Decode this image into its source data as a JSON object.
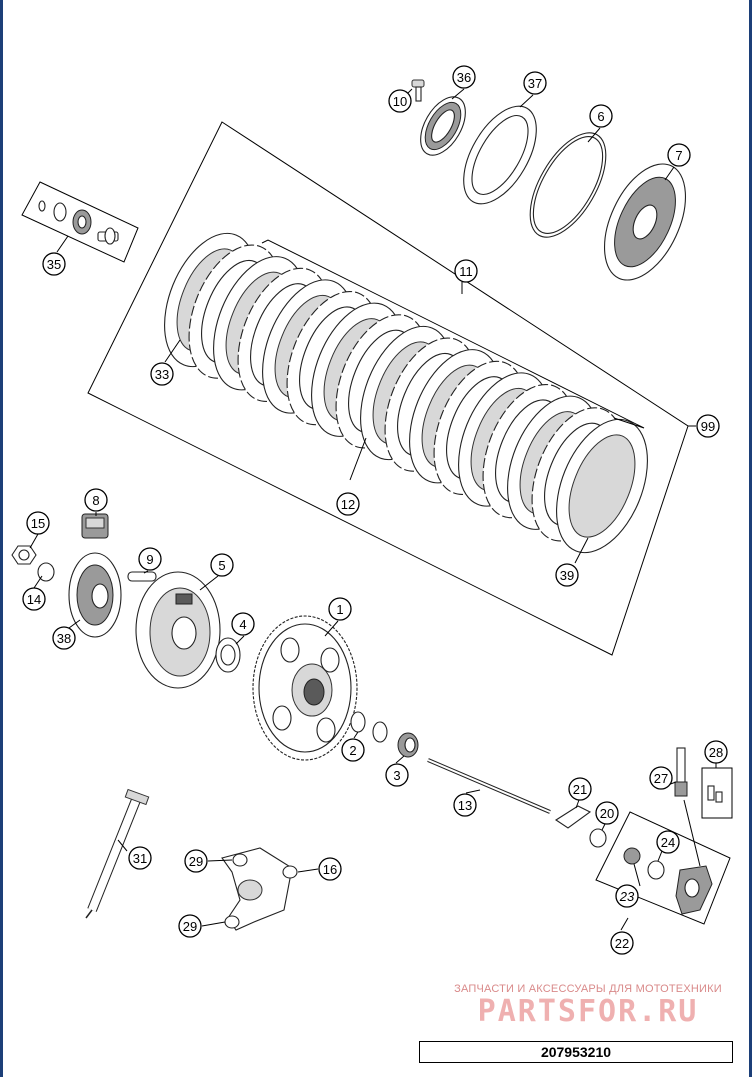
{
  "callouts": [
    {
      "id": "c10",
      "label": "10"
    },
    {
      "id": "c36",
      "label": "36"
    },
    {
      "id": "c37",
      "label": "37"
    },
    {
      "id": "c6",
      "label": "6"
    },
    {
      "id": "c7",
      "label": "7"
    },
    {
      "id": "c35",
      "label": "35"
    },
    {
      "id": "c11",
      "label": "11"
    },
    {
      "id": "c33",
      "label": "33"
    },
    {
      "id": "c99",
      "label": "99"
    },
    {
      "id": "c12",
      "label": "12"
    },
    {
      "id": "c39",
      "label": "39"
    },
    {
      "id": "c8",
      "label": "8"
    },
    {
      "id": "c15",
      "label": "15"
    },
    {
      "id": "c9",
      "label": "9"
    },
    {
      "id": "c5",
      "label": "5"
    },
    {
      "id": "c14",
      "label": "14"
    },
    {
      "id": "c38",
      "label": "38"
    },
    {
      "id": "c1",
      "label": "1"
    },
    {
      "id": "c4",
      "label": "4"
    },
    {
      "id": "c2",
      "label": "2"
    },
    {
      "id": "c3",
      "label": "3"
    },
    {
      "id": "c28",
      "label": "28"
    },
    {
      "id": "c27",
      "label": "27"
    },
    {
      "id": "c21",
      "label": "21"
    },
    {
      "id": "c20",
      "label": "20"
    },
    {
      "id": "c13",
      "label": "13"
    },
    {
      "id": "c24",
      "label": "24"
    },
    {
      "id": "c31",
      "label": "31"
    },
    {
      "id": "c29a",
      "label": "29"
    },
    {
      "id": "c16",
      "label": "16"
    },
    {
      "id": "c23",
      "label": "23"
    },
    {
      "id": "c29b",
      "label": "29"
    },
    {
      "id": "c22",
      "label": "22"
    }
  ],
  "watermark": {
    "text": "ЗАПЧАСТИ И АКСЕССУАРЫ ДЛЯ МОТОТЕХНИКИ",
    "logo": "PARTSFOR.RU"
  },
  "reference_number": "207953210",
  "colors": {
    "frame_edge": "#1c3f78",
    "watermark": "#e08f8f"
  }
}
